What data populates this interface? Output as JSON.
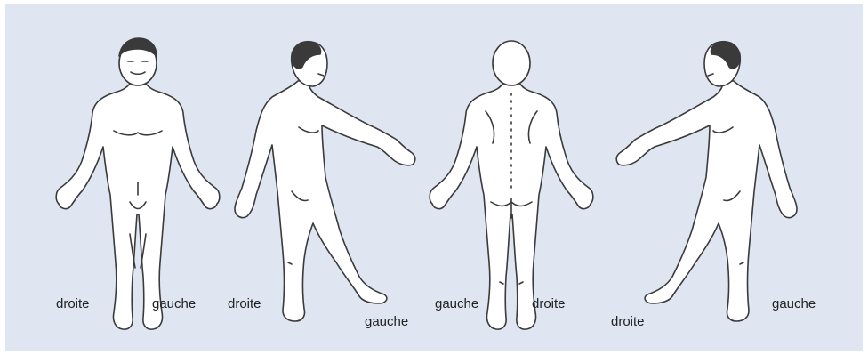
{
  "colors": {
    "background": "#dfe6f2",
    "body_fill": "#ffffff",
    "outline": "#3a3a3a",
    "label_text": "#222222"
  },
  "figures": [
    {
      "view": "front",
      "left_label": "droite",
      "right_label": "gauche"
    },
    {
      "view": "right-side",
      "left_label": "droite",
      "right_label": "gauche"
    },
    {
      "view": "back",
      "left_label": "gauche",
      "right_label": "droite"
    },
    {
      "view": "left-side",
      "left_label": "droite",
      "right_label": "gauche"
    }
  ]
}
